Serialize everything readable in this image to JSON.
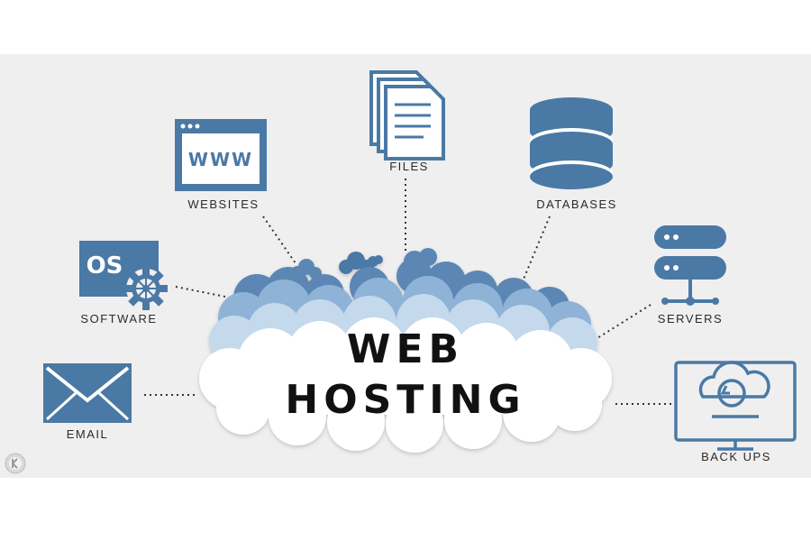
{
  "title_line1": "WEB",
  "title_line2": "HOSTING",
  "nodes": {
    "websites": {
      "label": "WEBSITES",
      "icon": "browser-www-icon",
      "icon_text": "WWW"
    },
    "files": {
      "label": "FILES",
      "icon": "documents-icon"
    },
    "databases": {
      "label": "DATABASES",
      "icon": "database-icon"
    },
    "software": {
      "label": "SOFTWARE",
      "icon": "os-gear-icon",
      "icon_text": "OS"
    },
    "servers": {
      "label": "SERVERS",
      "icon": "server-rack-icon"
    },
    "email": {
      "label": "EMAIL",
      "icon": "envelope-icon"
    },
    "backups": {
      "label": "BACK UPS",
      "icon": "monitor-cloud-backup-icon"
    }
  },
  "colors": {
    "icon_blue": "#4a79a5",
    "cloud_dark": "#5b87b5",
    "cloud_mid": "#8fb3d6",
    "cloud_light": "#c4d9ec",
    "background": "#efefef"
  }
}
